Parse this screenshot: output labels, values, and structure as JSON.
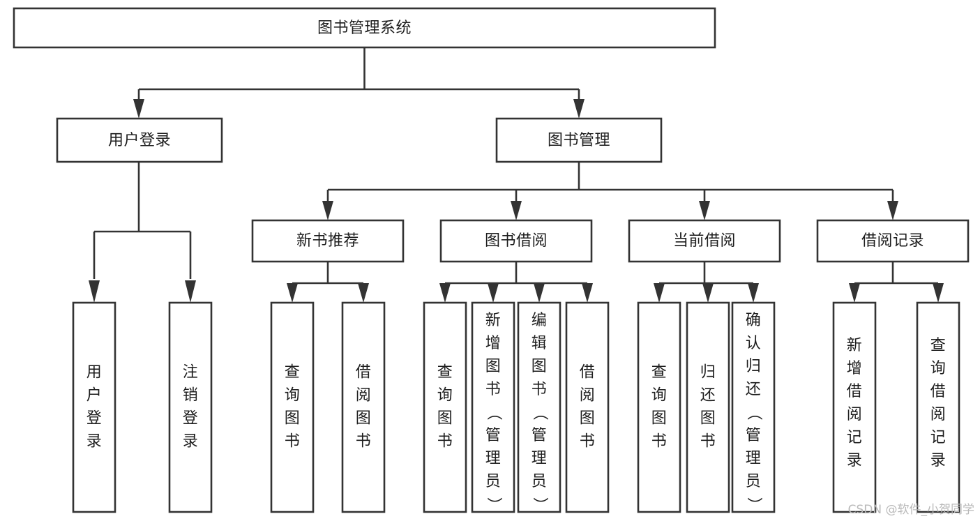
{
  "diagram": {
    "type": "tree-flowchart",
    "title_node": {
      "id": "root",
      "label": "图书管理系统"
    },
    "colors": {
      "box_stroke": "#333333",
      "box_fill": "#ffffff",
      "text": "#1d1d1d",
      "connector": "#333333",
      "background": "#ffffff",
      "watermark": "#b9b9b9"
    },
    "levels": [
      {
        "level": 1,
        "nodes": [
          {
            "id": "root",
            "label": "图书管理系统",
            "orientation": "horizontal"
          }
        ]
      },
      {
        "level": 2,
        "nodes": [
          {
            "id": "user-login",
            "label": "用户登录",
            "orientation": "horizontal",
            "parent": "root"
          },
          {
            "id": "book-manage",
            "label": "图书管理",
            "orientation": "horizontal",
            "parent": "root"
          }
        ]
      },
      {
        "level": 3,
        "nodes": [
          {
            "id": "new-book-recommend",
            "label": "新书推荐",
            "orientation": "horizontal",
            "parent": "book-manage"
          },
          {
            "id": "book-borrow",
            "label": "图书借阅",
            "orientation": "horizontal",
            "parent": "book-manage"
          },
          {
            "id": "current-borrow",
            "label": "当前借阅",
            "orientation": "horizontal",
            "parent": "book-manage"
          },
          {
            "id": "borrow-record",
            "label": "借阅记录",
            "orientation": "horizontal",
            "parent": "book-manage"
          }
        ]
      },
      {
        "level": 4,
        "nodes": [
          {
            "id": "leaf-user-login",
            "label": "用户登录",
            "orientation": "vertical",
            "parent": "user-login"
          },
          {
            "id": "leaf-logout-login",
            "label": "注销登录",
            "orientation": "vertical",
            "parent": "user-login"
          },
          {
            "id": "leaf-query-book-1",
            "label": "查询图书",
            "orientation": "vertical",
            "parent": "new-book-recommend"
          },
          {
            "id": "leaf-borrow-book-1",
            "label": "借阅图书",
            "orientation": "vertical",
            "parent": "new-book-recommend"
          },
          {
            "id": "leaf-query-book-2",
            "label": "查询图书",
            "orientation": "vertical",
            "parent": "book-borrow"
          },
          {
            "id": "leaf-add-book-admin",
            "label": "新增图书（管理员）",
            "orientation": "vertical",
            "parent": "book-borrow"
          },
          {
            "id": "leaf-edit-book-admin",
            "label": "编辑图书（管理员）",
            "orientation": "vertical",
            "parent": "book-borrow"
          },
          {
            "id": "leaf-borrow-book-2",
            "label": "借阅图书",
            "orientation": "vertical",
            "parent": "book-borrow"
          },
          {
            "id": "leaf-query-book-3",
            "label": "查询图书",
            "orientation": "vertical",
            "parent": "current-borrow"
          },
          {
            "id": "leaf-return-book",
            "label": "归还图书",
            "orientation": "vertical",
            "parent": "current-borrow"
          },
          {
            "id": "leaf-confirm-return-admin",
            "label": "确认归还（管理员）",
            "orientation": "vertical",
            "parent": "current-borrow"
          },
          {
            "id": "leaf-add-borrow-record",
            "label": "新增借阅记录",
            "orientation": "vertical",
            "parent": "borrow-record"
          },
          {
            "id": "leaf-query-borrow-record",
            "label": "查询借阅记录",
            "orientation": "vertical",
            "parent": "borrow-record"
          }
        ]
      }
    ]
  },
  "watermark": {
    "text": "CSDN @软件_小贺同学"
  }
}
